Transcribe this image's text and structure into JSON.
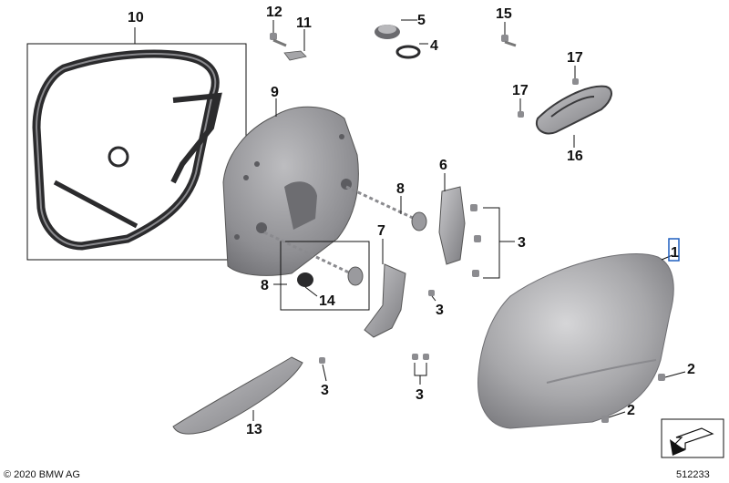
{
  "callouts": {
    "c1": "1",
    "c2a": "2",
    "c2b": "2",
    "c3a": "3",
    "c3b": "3",
    "c3c": "3",
    "c3d": "3",
    "c4": "4",
    "c5": "5",
    "c6": "6",
    "c7": "7",
    "c8a": "8",
    "c8b": "8",
    "c9": "9",
    "c10": "10",
    "c11": "11",
    "c12": "12",
    "c13": "13",
    "c14": "14",
    "c15": "15",
    "c16": "16",
    "c17a": "17",
    "c17b": "17"
  },
  "footer": {
    "copyright": "© 2020 BMW AG",
    "diagram_number": "512233"
  },
  "colors": {
    "highlight": "#1f5fbf",
    "part_gray": "#a9a9ab",
    "gasket_dark": "#3a3a3c"
  },
  "icons": {
    "orientation": "direction-arrow-icon"
  }
}
